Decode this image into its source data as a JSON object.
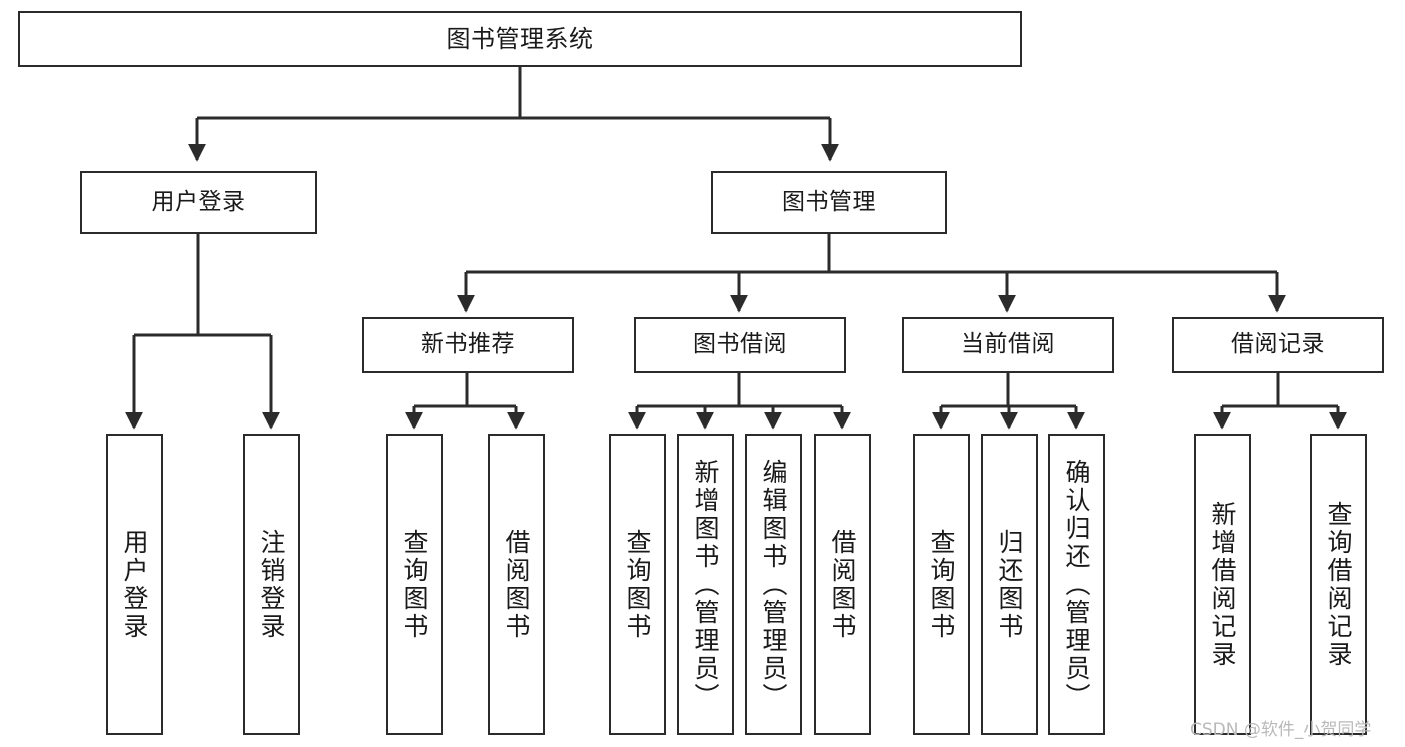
{
  "diagram": {
    "title": "图书管理系统",
    "type": "tree",
    "orientation": "top-down",
    "colors": {
      "box_border": "#2b2b2b",
      "box_fill": "#ffffff",
      "edge": "#2b2b2b",
      "text": "#1a1a1a",
      "watermark": "#b9b9b9",
      "background": "#ffffff"
    },
    "watermark": "CSDN @软件_小贺同学"
  },
  "nodes": {
    "root": {
      "id": "root",
      "label": "图书管理系统",
      "level": 0,
      "orientation": "horizontal"
    },
    "level1": [
      {
        "id": "user_login",
        "label": "用户登录",
        "level": 1,
        "orientation": "horizontal"
      },
      {
        "id": "book_manage",
        "label": "图书管理",
        "level": 1,
        "orientation": "horizontal"
      }
    ],
    "level2": [
      {
        "id": "new_book_rec",
        "label": "新书推荐",
        "level": 2,
        "orientation": "horizontal",
        "parent": "book_manage"
      },
      {
        "id": "book_borrow",
        "label": "图书借阅",
        "level": 2,
        "orientation": "horizontal",
        "parent": "book_manage"
      },
      {
        "id": "current_borrow",
        "label": "当前借阅",
        "level": 2,
        "orientation": "horizontal",
        "parent": "book_manage"
      },
      {
        "id": "borrow_record",
        "label": "借阅记录",
        "level": 2,
        "orientation": "horizontal",
        "parent": "book_manage"
      }
    ],
    "leaves": [
      {
        "id": "leaf_user_login",
        "label": "用户登录",
        "parent": "user_login",
        "orientation": "vertical"
      },
      {
        "id": "leaf_logout",
        "label": "注销登录",
        "parent": "user_login",
        "orientation": "vertical"
      },
      {
        "id": "leaf_query_book_1",
        "label": "查询图书",
        "parent": "new_book_rec",
        "orientation": "vertical"
      },
      {
        "id": "leaf_borrow_book_1",
        "label": "借阅图书",
        "parent": "new_book_rec",
        "orientation": "vertical"
      },
      {
        "id": "leaf_query_book_2",
        "label": "查询图书",
        "parent": "book_borrow",
        "orientation": "vertical"
      },
      {
        "id": "leaf_add_book",
        "label": "新增图书（管理员）",
        "parent": "book_borrow",
        "orientation": "vertical"
      },
      {
        "id": "leaf_edit_book",
        "label": "编辑图书（管理员）",
        "parent": "book_borrow",
        "orientation": "vertical"
      },
      {
        "id": "leaf_borrow_book_2",
        "label": "借阅图书",
        "parent": "book_borrow",
        "orientation": "vertical"
      },
      {
        "id": "leaf_query_book_3",
        "label": "查询图书",
        "parent": "current_borrow",
        "orientation": "vertical"
      },
      {
        "id": "leaf_return_book",
        "label": "归还图书",
        "parent": "current_borrow",
        "orientation": "vertical"
      },
      {
        "id": "leaf_confirm_return",
        "label": "确认归还（管理员）",
        "parent": "current_borrow",
        "orientation": "vertical"
      },
      {
        "id": "leaf_add_record",
        "label": "新增借阅记录",
        "parent": "borrow_record",
        "orientation": "vertical"
      },
      {
        "id": "leaf_query_record",
        "label": "查询借阅记录",
        "parent": "borrow_record",
        "orientation": "vertical"
      }
    ]
  }
}
